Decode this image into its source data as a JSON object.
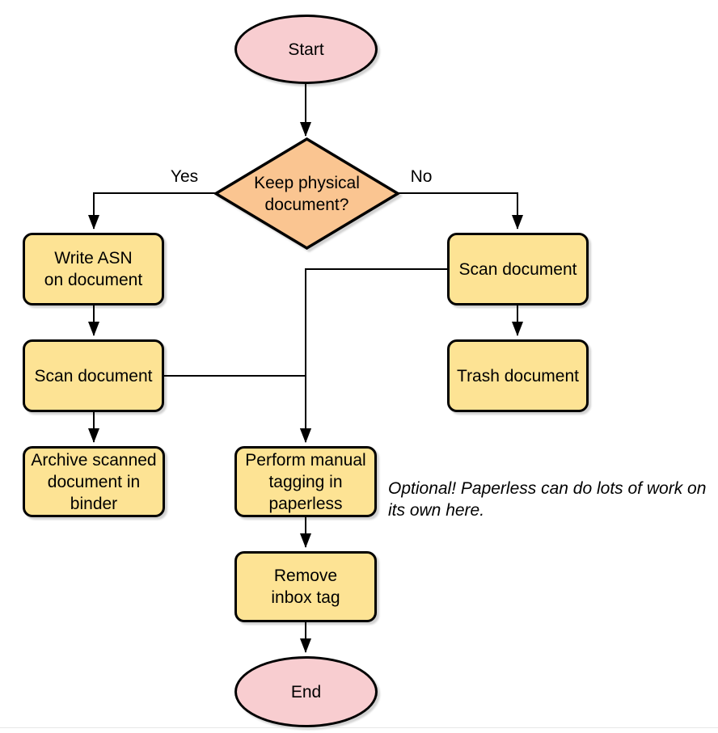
{
  "diagram": {
    "type": "flowchart",
    "colors": {
      "terminal_fill": "#f8cdd0",
      "decision_fill": "#fac591",
      "process_fill": "#fde394",
      "stroke": "#000000",
      "text": "#000000"
    },
    "nodes": {
      "start": {
        "type": "terminal",
        "label": "Start"
      },
      "decision": {
        "type": "decision",
        "label": "Keep physical\ndocument?"
      },
      "write_asn": {
        "type": "process",
        "label": "Write ASN\non document"
      },
      "scan_left": {
        "type": "process",
        "label": "Scan document"
      },
      "archive": {
        "type": "process",
        "label": "Archive scanned\ndocument in\nbinder"
      },
      "scan_right": {
        "type": "process",
        "label": "Scan document"
      },
      "trash": {
        "type": "process",
        "label": "Trash document"
      },
      "tagging": {
        "type": "process",
        "label": "Perform manual\ntagging in\npaperless"
      },
      "remove_inbox": {
        "type": "process",
        "label": "Remove\ninbox tag"
      },
      "end": {
        "type": "terminal",
        "label": "End"
      }
    },
    "edge_labels": {
      "yes": "Yes",
      "no": "No"
    },
    "edges": [
      "start -> decision",
      "decision -Yes-> write_asn",
      "decision -No-> scan_right",
      "write_asn -> scan_left",
      "scan_left -> archive",
      "scan_right -> trash",
      "scan_left -> tagging",
      "scan_right -> tagging",
      "tagging -> remove_inbox",
      "remove_inbox -> end"
    ],
    "note": "Optional! Paperless can do lots of work on\nits own here."
  }
}
